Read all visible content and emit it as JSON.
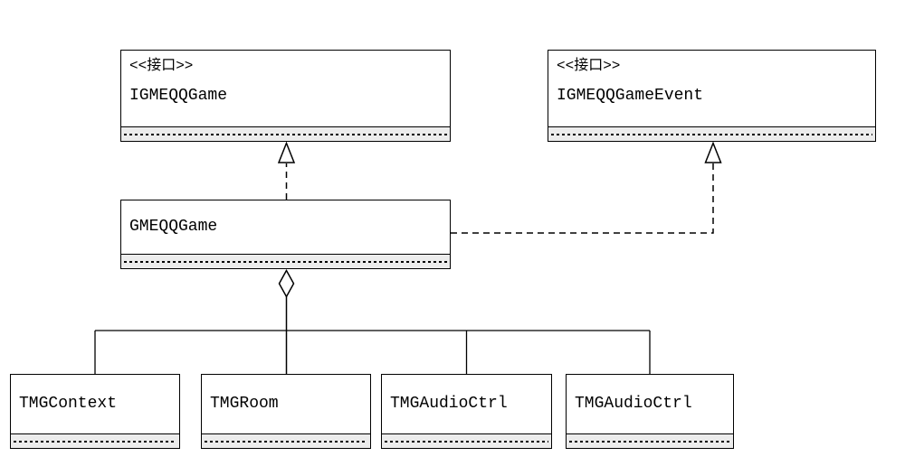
{
  "diagram": {
    "type": "uml-class-diagram",
    "classes": {
      "igmeqqgame": {
        "stereotype": "<<接口>>",
        "name": "IGMEQQGame"
      },
      "igmeqqgameevent": {
        "stereotype": "<<接口>>",
        "name": "IGMEQQGameEvent"
      },
      "gmeqqgame": {
        "name": "GMEQQGame"
      },
      "tmgcontext": {
        "name": "TMGContext"
      },
      "tmgroom": {
        "name": "TMGRoom"
      },
      "tmgaudioctrl_1": {
        "name": "TMGAudioCtrl"
      },
      "tmgaudioctrl_2": {
        "name": "TMGAudioCtrl"
      }
    },
    "relationships": [
      {
        "type": "realization",
        "from": "GMEQQGame",
        "to": "IGMEQQGame",
        "line": "dashed",
        "marker": "hollow-triangle"
      },
      {
        "type": "realization",
        "from": "GMEQQGame",
        "to": "IGMEQQGameEvent",
        "line": "dashed",
        "marker": "hollow-triangle"
      },
      {
        "type": "aggregation",
        "from": "GMEQQGame",
        "to": [
          "TMGContext",
          "TMGRoom",
          "TMGAudioCtrl",
          "TMGAudioCtrl"
        ],
        "line": "solid",
        "marker": "hollow-diamond"
      }
    ],
    "colors": {
      "line": "#000000",
      "box_fill": "#ffffff",
      "compartment_fill": "#ececec",
      "background": "#ffffff"
    }
  }
}
